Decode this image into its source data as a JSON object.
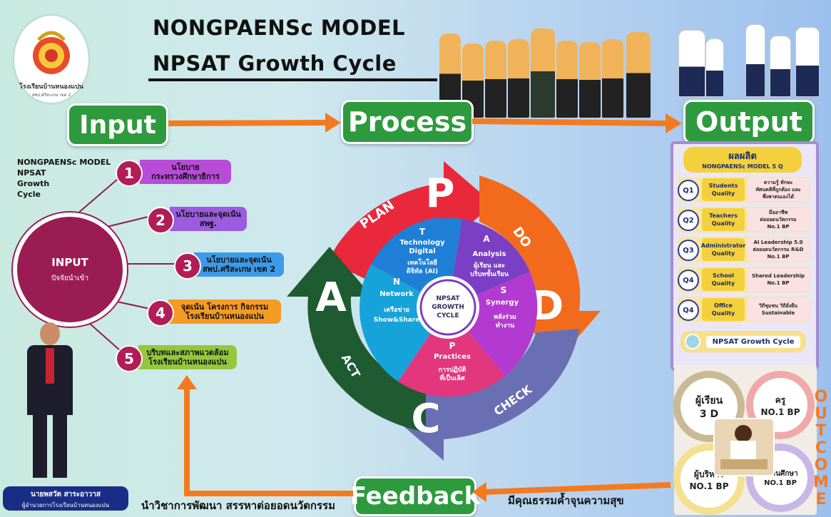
{
  "title": {
    "line1": "NONGPAENSc MODEL",
    "line2": "NPSAT Growth Cycle"
  },
  "logo": {
    "text": "โรงเรียนบ้านหนองแปน",
    "subtext": "สพป.ศรีสะเกษ เขต 2"
  },
  "stages": {
    "input": "Input",
    "process": "Process",
    "output": "Output",
    "feedback": "Feedback"
  },
  "left_caption": [
    "NONGPAENSc MODEL",
    "NPSAT",
    "Growth",
    "Cycle"
  ],
  "input_hub": {
    "title": "INPUT",
    "subtitle": "ปัจจัยนำเข้า"
  },
  "inputs": [
    {
      "num": "1",
      "line1": "นโยบาย",
      "line2": "กระทรวงศึกษาธิการ",
      "color": "#b84bd8"
    },
    {
      "num": "2",
      "line1": "นโยบายและจุดเน้น",
      "line2": "สพฐ.",
      "color": "#9b5ce0"
    },
    {
      "num": "3",
      "line1": "นโยบายและจุดเน้น",
      "line2": "สพป.ศรีสะเกษ เขต 2",
      "color": "#3d9ae8"
    },
    {
      "num": "4",
      "line1": "จุดเน้น โครงการ กิจกรรม",
      "line2": "โรงเรียนบ้านหนองแปน",
      "color": "#f59b24"
    },
    {
      "num": "5",
      "line1": "บริบทและสภาพแวดล้อม",
      "line2": "โรงเรียนบ้านหนองแปน",
      "color": "#93c83e"
    }
  ],
  "director": {
    "name": "นายพสวัต สาระอาวาส",
    "position": "ผู้อำนวยการโรงเรียนบ้านหนองแปน"
  },
  "cycle": {
    "outer": [
      {
        "letter": "P",
        "word": "PLAN",
        "color": "#e9283b"
      },
      {
        "letter": "D",
        "word": "DO",
        "color": "#f26b1d"
      },
      {
        "letter": "C",
        "word": "CHECK",
        "color": "#6a6fb3"
      },
      {
        "letter": "A",
        "word": "ACT",
        "color": "#1f5b30"
      }
    ],
    "inner": [
      {
        "letter": "T",
        "title": "Technology",
        "title2": "Digital",
        "thai": "เทคโนโลยี",
        "thai2": "ดิจิทัล (AI)",
        "color": "#1f7fd6"
      },
      {
        "letter": "A",
        "title": "Analysis",
        "title2": "",
        "thai": "ผู้เรียน และ",
        "thai2": "บริบทชั้นเรียน",
        "color": "#7a3fc4"
      },
      {
        "letter": "S",
        "title": "Synergy",
        "title2": "",
        "thai": "พลังร่วม",
        "thai2": "ทำงาน",
        "color": "#b33ad0"
      },
      {
        "letter": "P",
        "title": "Practices",
        "title2": "",
        "thai": "การปฏิบัติ",
        "thai2": "ที่เป็นเลิศ",
        "color": "#e2377c"
      },
      {
        "letter": "N",
        "title": "Network",
        "title2": "",
        "thai": "เครือข่าย",
        "thai2": "Show&Share",
        "color": "#16a3d9"
      }
    ],
    "center": [
      "NPSAT",
      "GROWTH",
      "CYCLE"
    ]
  },
  "output_box": {
    "title": "ผลผลิต",
    "subtitle": "NONGPAENSc MODEL 5 Q",
    "rows": [
      {
        "tag": "Q1",
        "name": "Students",
        "name2": "Quality",
        "desc": "ความรู้ ทักษะ",
        "desc2": "ทัศนคติที่ถูกต้อง และ",
        "desc3": "พึ่งพาตนเองได้"
      },
      {
        "tag": "Q2",
        "name": "Teachers",
        "name2": "Quality",
        "desc": "มืออาชีพ",
        "desc2": "ต่อยอดนวัตกรรม",
        "desc3": "No.1 BP"
      },
      {
        "tag": "Q3",
        "name": "Administrator",
        "name2": "Quality",
        "desc": "AI Leadership 5.0",
        "desc2": "ต่อยอดนวัตกรรม R&D",
        "desc3": "No.1 BP"
      },
      {
        "tag": "Q4",
        "name": "School",
        "name2": "Quality",
        "desc": "Shared Leadership",
        "desc2": "No.1 BP",
        "desc3": ""
      },
      {
        "tag": "Q4",
        "name": "Office",
        "name2": "Quality",
        "desc": "วิถีชุมชน วิถียั่งยืน",
        "desc2": "Sustainable",
        "desc3": ""
      }
    ],
    "footer": "NPSAT Growth Cycle"
  },
  "outcome": {
    "label": "OUTCOME",
    "circles": [
      {
        "line1": "ผู้เรียน",
        "line2": "3 D",
        "color": "#c9b994"
      },
      {
        "line1": "ครู",
        "line2": "NO.1 BP",
        "color": "#f0a9a9"
      },
      {
        "line1": "ผู้บริหาร",
        "line2": "NO.1 BP",
        "color": "#f4e08e"
      },
      {
        "line1": "สถานศึกษา",
        "line2": "NO.1 BP",
        "color": "#c8b7e6"
      }
    ]
  },
  "feedback_left": "นำวิชาการพัฒนา สรรหาต่อยอดนวัตกรรม",
  "feedback_right": "มีคุณธรรมค้ำจุนความสุข"
}
